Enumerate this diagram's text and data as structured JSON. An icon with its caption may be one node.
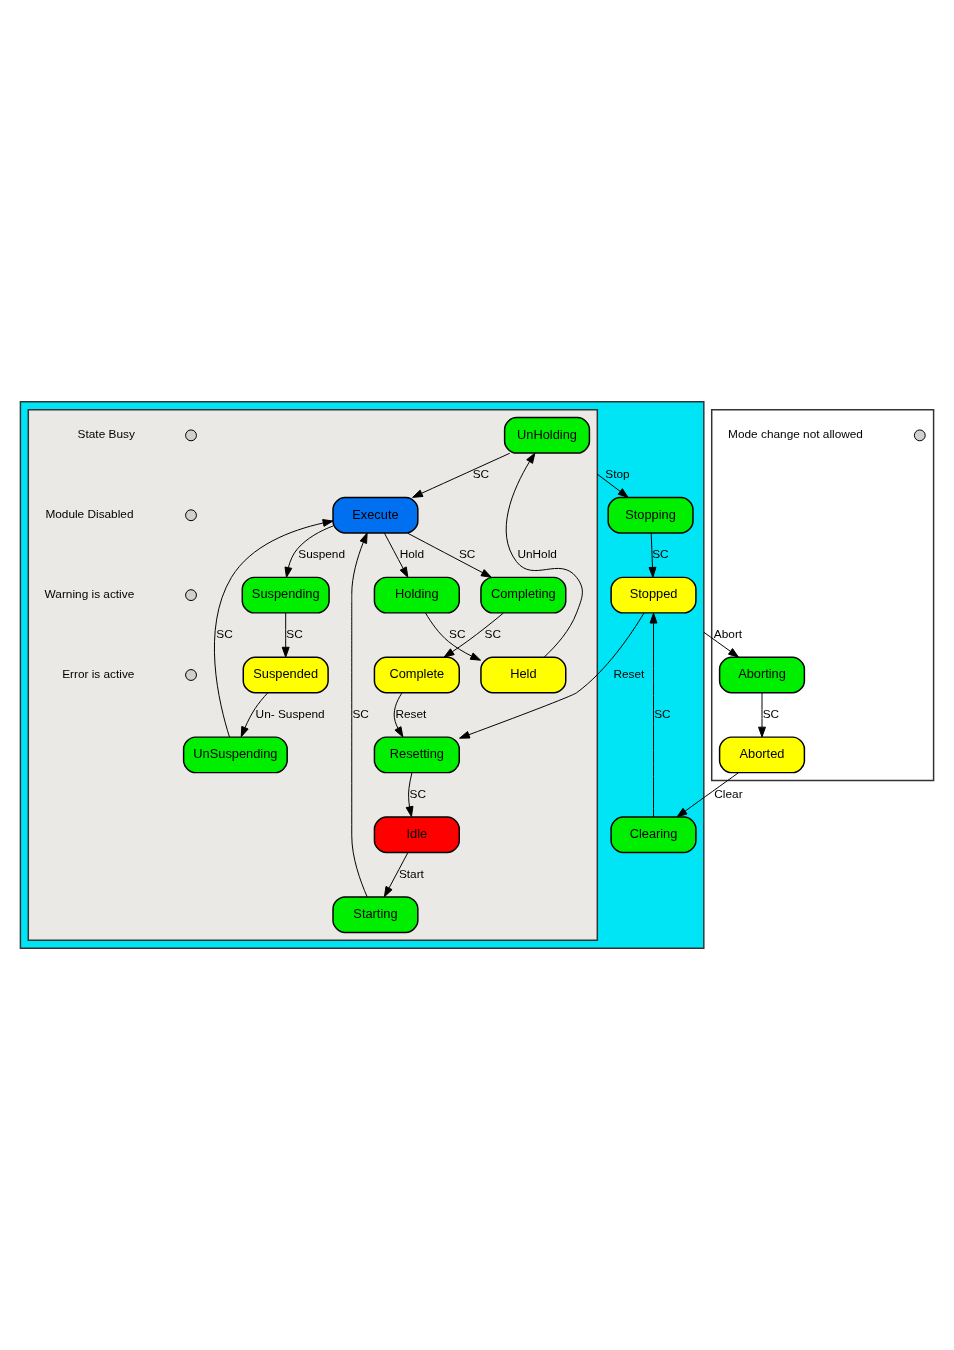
{
  "diagram": {
    "nodes": [
      {
        "text": [],
        "shape": "box"
      },
      {
        "text": [],
        "shape": "box",
        "in": 0
      },
      {
        "text": [
          "UnHolding"
        ],
        "in": 1
      },
      {
        "text": [
          "Held"
        ],
        "in": 1
      },
      {
        "text": [
          "Holding"
        ],
        "in": 1
      },
      {
        "text": [
          "Idle"
        ],
        "in": 1
      },
      {
        "text": [
          "Starting"
        ],
        "in": 1
      },
      {
        "text": [
          "Execute"
        ],
        "in": 1
      },
      {
        "text": [
          "Completing"
        ],
        "in": 1
      },
      {
        "text": [
          "Complete"
        ],
        "in": 1
      },
      {
        "text": [
          "Resetting"
        ],
        "in": 1
      },
      {
        "text": [
          "UnSuspending"
        ],
        "in": 1
      },
      {
        "text": [
          "Suspended"
        ],
        "in": 1
      },
      {
        "text": [
          "Suspending"
        ],
        "in": 1
      },
      {
        "text": [
          "Stopped"
        ],
        "in": 0
      },
      {
        "text": [
          "Stopping"
        ],
        "in": 0
      },
      {
        "text": [
          "Clearing"
        ],
        "in": 0
      },
      {
        "text": [],
        "shape": "box"
      },
      {
        "text": [
          "Aborted"
        ],
        "in": 17
      },
      {
        "text": [
          "Aborting"
        ],
        "in": 17
      }
    ],
    "edges": [
      {
        "from": 3,
        "to": 2,
        "arrow": "to",
        "label": "UnHold"
      },
      {
        "from": 4,
        "to": 3,
        "arrow": "to",
        "label": "SC"
      },
      {
        "from": 2,
        "to": 7,
        "arrow": "to",
        "label": "SC"
      },
      {
        "from": 7,
        "to": 4,
        "arrow": "to",
        "label": "Hold"
      },
      {
        "from": 5,
        "to": 6,
        "arrow": "to",
        "label": "Start"
      },
      {
        "from": 6,
        "to": 7,
        "arrow": "to",
        "label": "SC"
      },
      {
        "from": 7,
        "to": 8,
        "arrow": "to",
        "label": "SC"
      },
      {
        "from": 8,
        "to": 9,
        "arrow": "to",
        "label": "SC"
      },
      {
        "from": 10,
        "to": 5,
        "arrow": "to",
        "label": "SC"
      },
      {
        "from": 11,
        "to": 7,
        "arrow": "to",
        "label": "SC"
      },
      {
        "from": 7,
        "to": 13,
        "arrow": "to",
        "label": "Suspend"
      },
      {
        "from": 13,
        "to": 12,
        "arrow": "to",
        "label": "SC"
      },
      {
        "from": 12,
        "to": 11,
        "arrow": "to",
        "label": "Un- Suspend"
      },
      {
        "from": 9,
        "to": 10,
        "arrow": "to",
        "label": "Reset"
      },
      {
        "from": 14,
        "to": 10,
        "arrow": "to",
        "label": "Reset"
      },
      {
        "from": 1,
        "to": 15,
        "arrow": "to",
        "label": "Stop"
      },
      {
        "from": 15,
        "to": 14,
        "arrow": "to",
        "label": "SC"
      },
      {
        "from": 16,
        "to": 14,
        "arrow": "to",
        "label": "SC"
      },
      {
        "from": 0,
        "to": 19,
        "arrow": "to",
        "label": "Abort"
      },
      {
        "from": 19,
        "to": 18,
        "arrow": "to",
        "label": "SC"
      },
      {
        "from": 18,
        "to": 16,
        "arrow": "to",
        "label": "Clear"
      }
    ],
    "legend": [
      {
        "text": "State Busy"
      },
      {
        "text": "Module Disabled"
      },
      {
        "text": "Warning is active"
      },
      {
        "text": "Error is active"
      },
      {
        "text": "Mode change not allowed"
      }
    ]
  }
}
